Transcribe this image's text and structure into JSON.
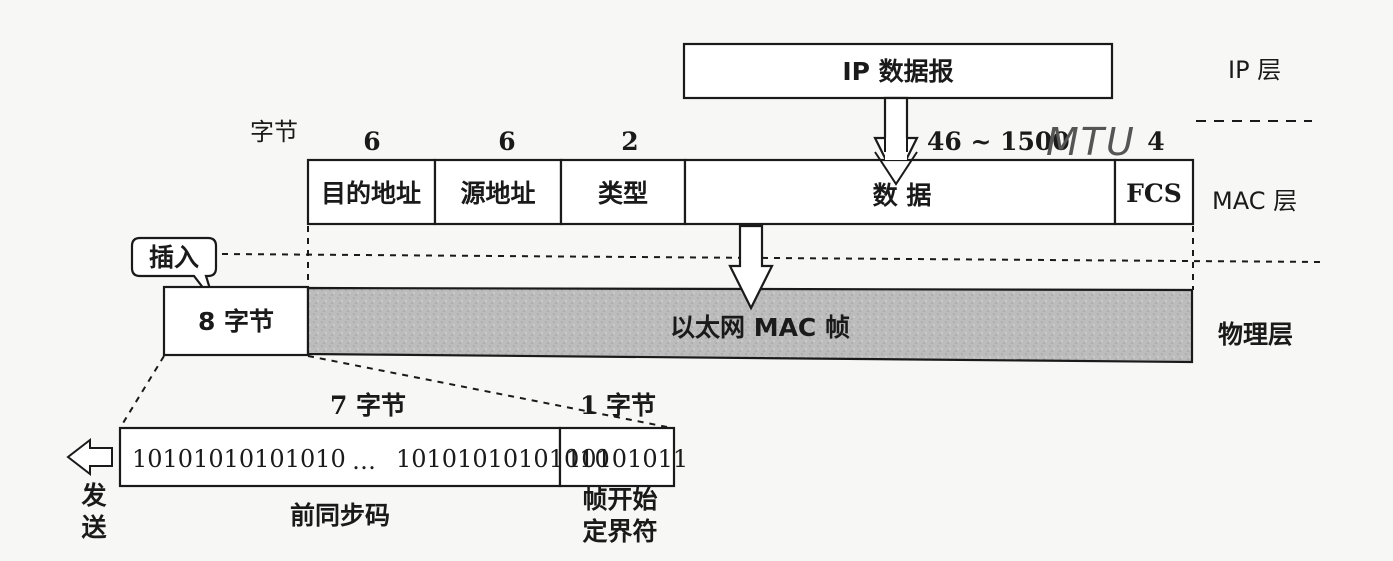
{
  "layers": {
    "ip": "IP 层",
    "mac": "MAC 层",
    "phy": "物理层"
  },
  "ip_datagram": "IP 数据报",
  "bytes_label": "字节",
  "field_sizes": {
    "dest": "6",
    "src": "6",
    "type": "2",
    "data": "46 ~ 1500",
    "fcs": "4"
  },
  "handwritten_note": "MTU",
  "mac_fields": {
    "dest": "目的地址",
    "src": "源地址",
    "type": "类型",
    "data": "数 据",
    "fcs": "FCS"
  },
  "insert_callout": "插入",
  "phy_prefix": "8 字节",
  "ethernet_frame": "以太网 MAC 帧",
  "preamble": {
    "bytes7": "7 字节",
    "bytes1": "1 字节",
    "bits_a": "10101010101010",
    "ellipsis": "…",
    "bits_b": "10101010101010",
    "sfd_bits": "10101011",
    "preamble_label": "前同步码",
    "sfd_label_line1": "帧开始",
    "sfd_label_line2": "定界符"
  },
  "send_label_line1": "发",
  "send_label_line2": "送",
  "colors": {
    "shaded_fill": "#bdbdbd",
    "ink": "#1a1a1a"
  }
}
